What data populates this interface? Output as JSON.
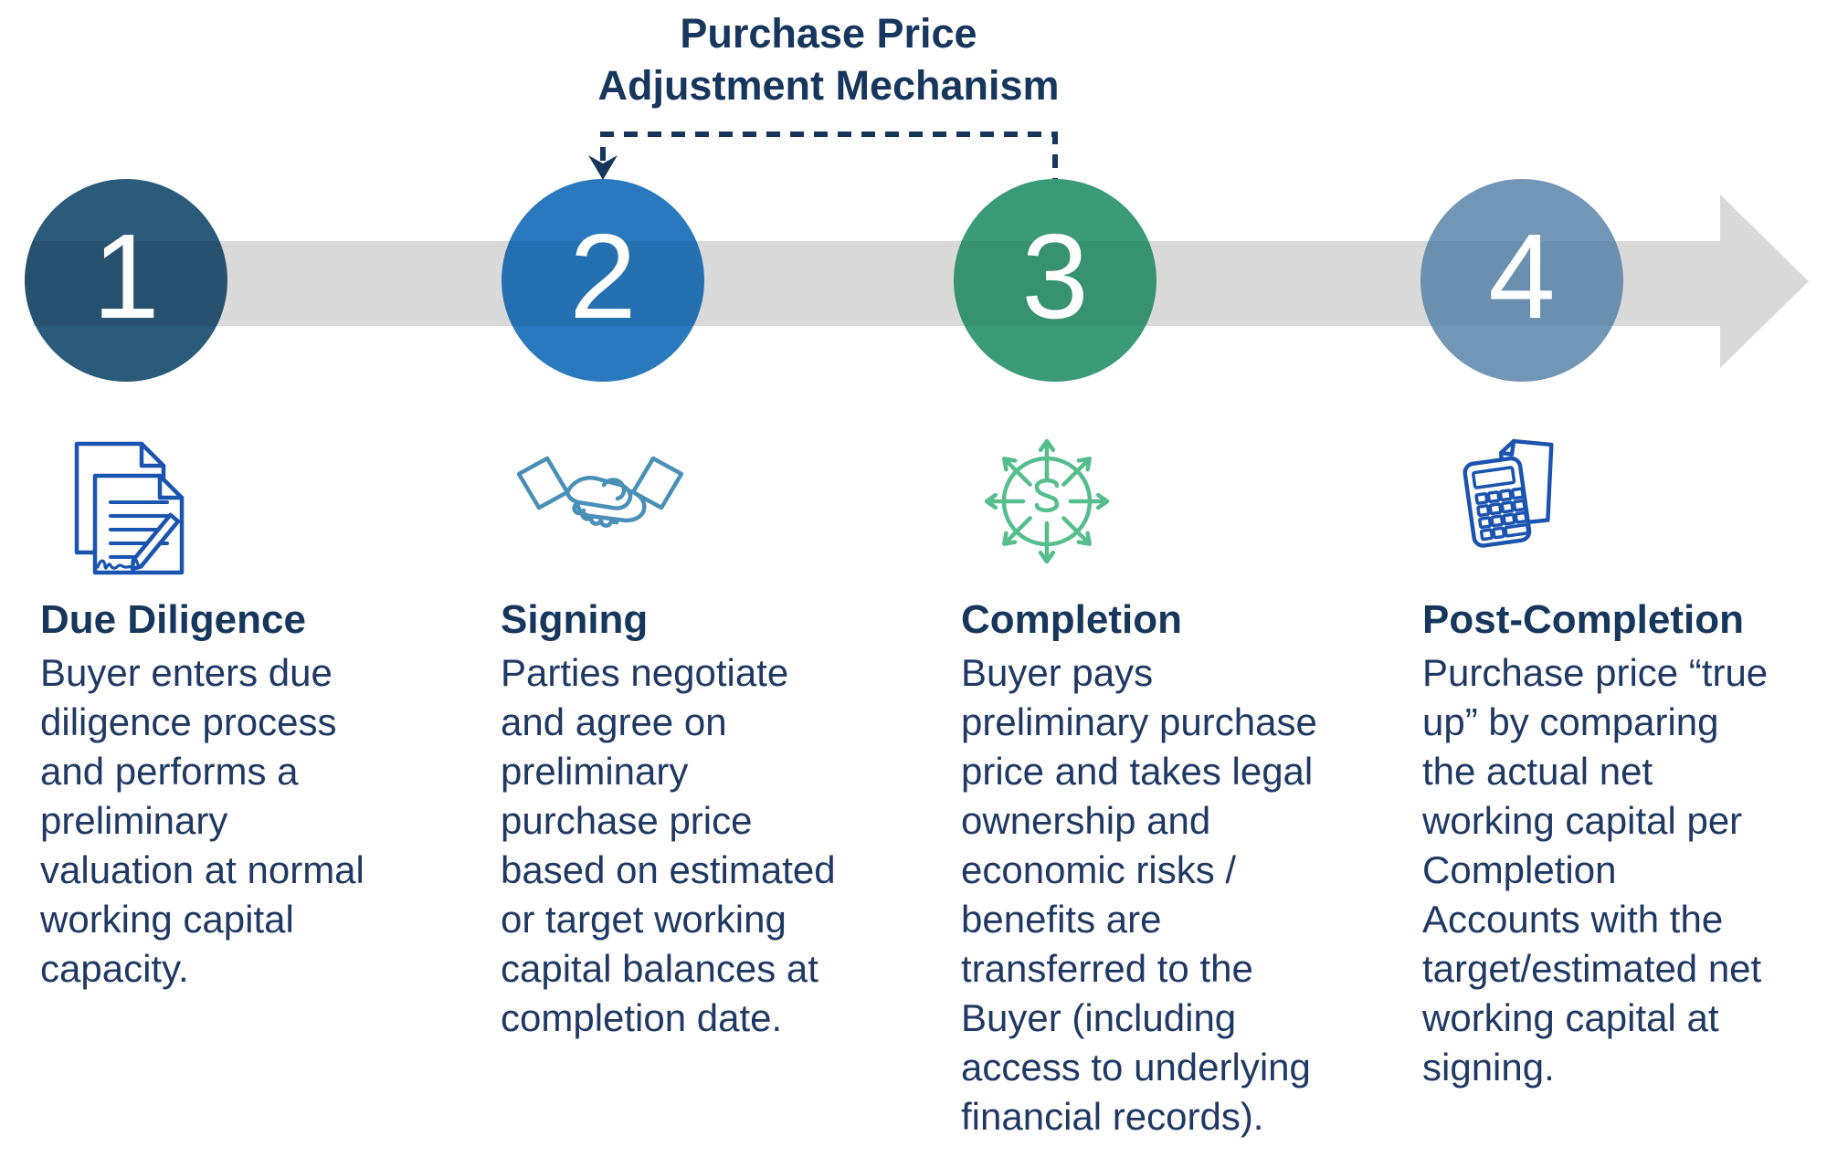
{
  "title": "Purchase Price\nAdjustment Mechanism",
  "theme": {
    "band_color": "#D9D9D9",
    "connector_color": "#17365D",
    "heading_color": "#17365D",
    "body_color": "#1F3864",
    "number_color": "#FFFFFF"
  },
  "connector": {
    "from_step": "2",
    "to_step": "3",
    "style": "dashed"
  },
  "steps": [
    {
      "number": "1",
      "heading": "Due Diligence",
      "body": "Buyer enters due\ndiligence process\nand performs a\npreliminary\nvaluation at normal\nworking capital\ncapacity.",
      "circle_top": "#2B5B7B",
      "circle_main": "#265270",
      "icon": "documents-pen-icon",
      "icon_color": "#1B54B0"
    },
    {
      "number": "2",
      "heading": "Signing",
      "body": "Parties negotiate\nand agree on\npreliminary\npurchase price\nbased on estimated\nor target working\ncapital balances at\ncompletion date.",
      "circle_top": "#2A79BF",
      "circle_main": "#2470B1",
      "icon": "handshake-icon",
      "icon_color": "#4A8FB8"
    },
    {
      "number": "3",
      "heading": "Completion",
      "body": "Buyer pays\npreliminary purchase\nprice and takes legal\nownership and\neconomic risks /\nbenefits are\ntransferred to the\nBuyer (including\naccess to underlying\nfinancial records).",
      "circle_top": "#3C9B77",
      "circle_main": "#36926F",
      "icon": "dollar-arrows-icon",
      "icon_color": "#55BE8C"
    },
    {
      "number": "4",
      "heading": "Post-Completion",
      "body": "Purchase price “true\nup” by comparing\nthe actual net\nworking capital per\nCompletion\nAccounts with the\ntarget/estimated net\nworking capital at\nsigning.",
      "circle_top": "#7296B6",
      "circle_main": "#6B8FAE",
      "icon": "calculator-paper-icon",
      "icon_color": "#1B54B0"
    }
  ]
}
